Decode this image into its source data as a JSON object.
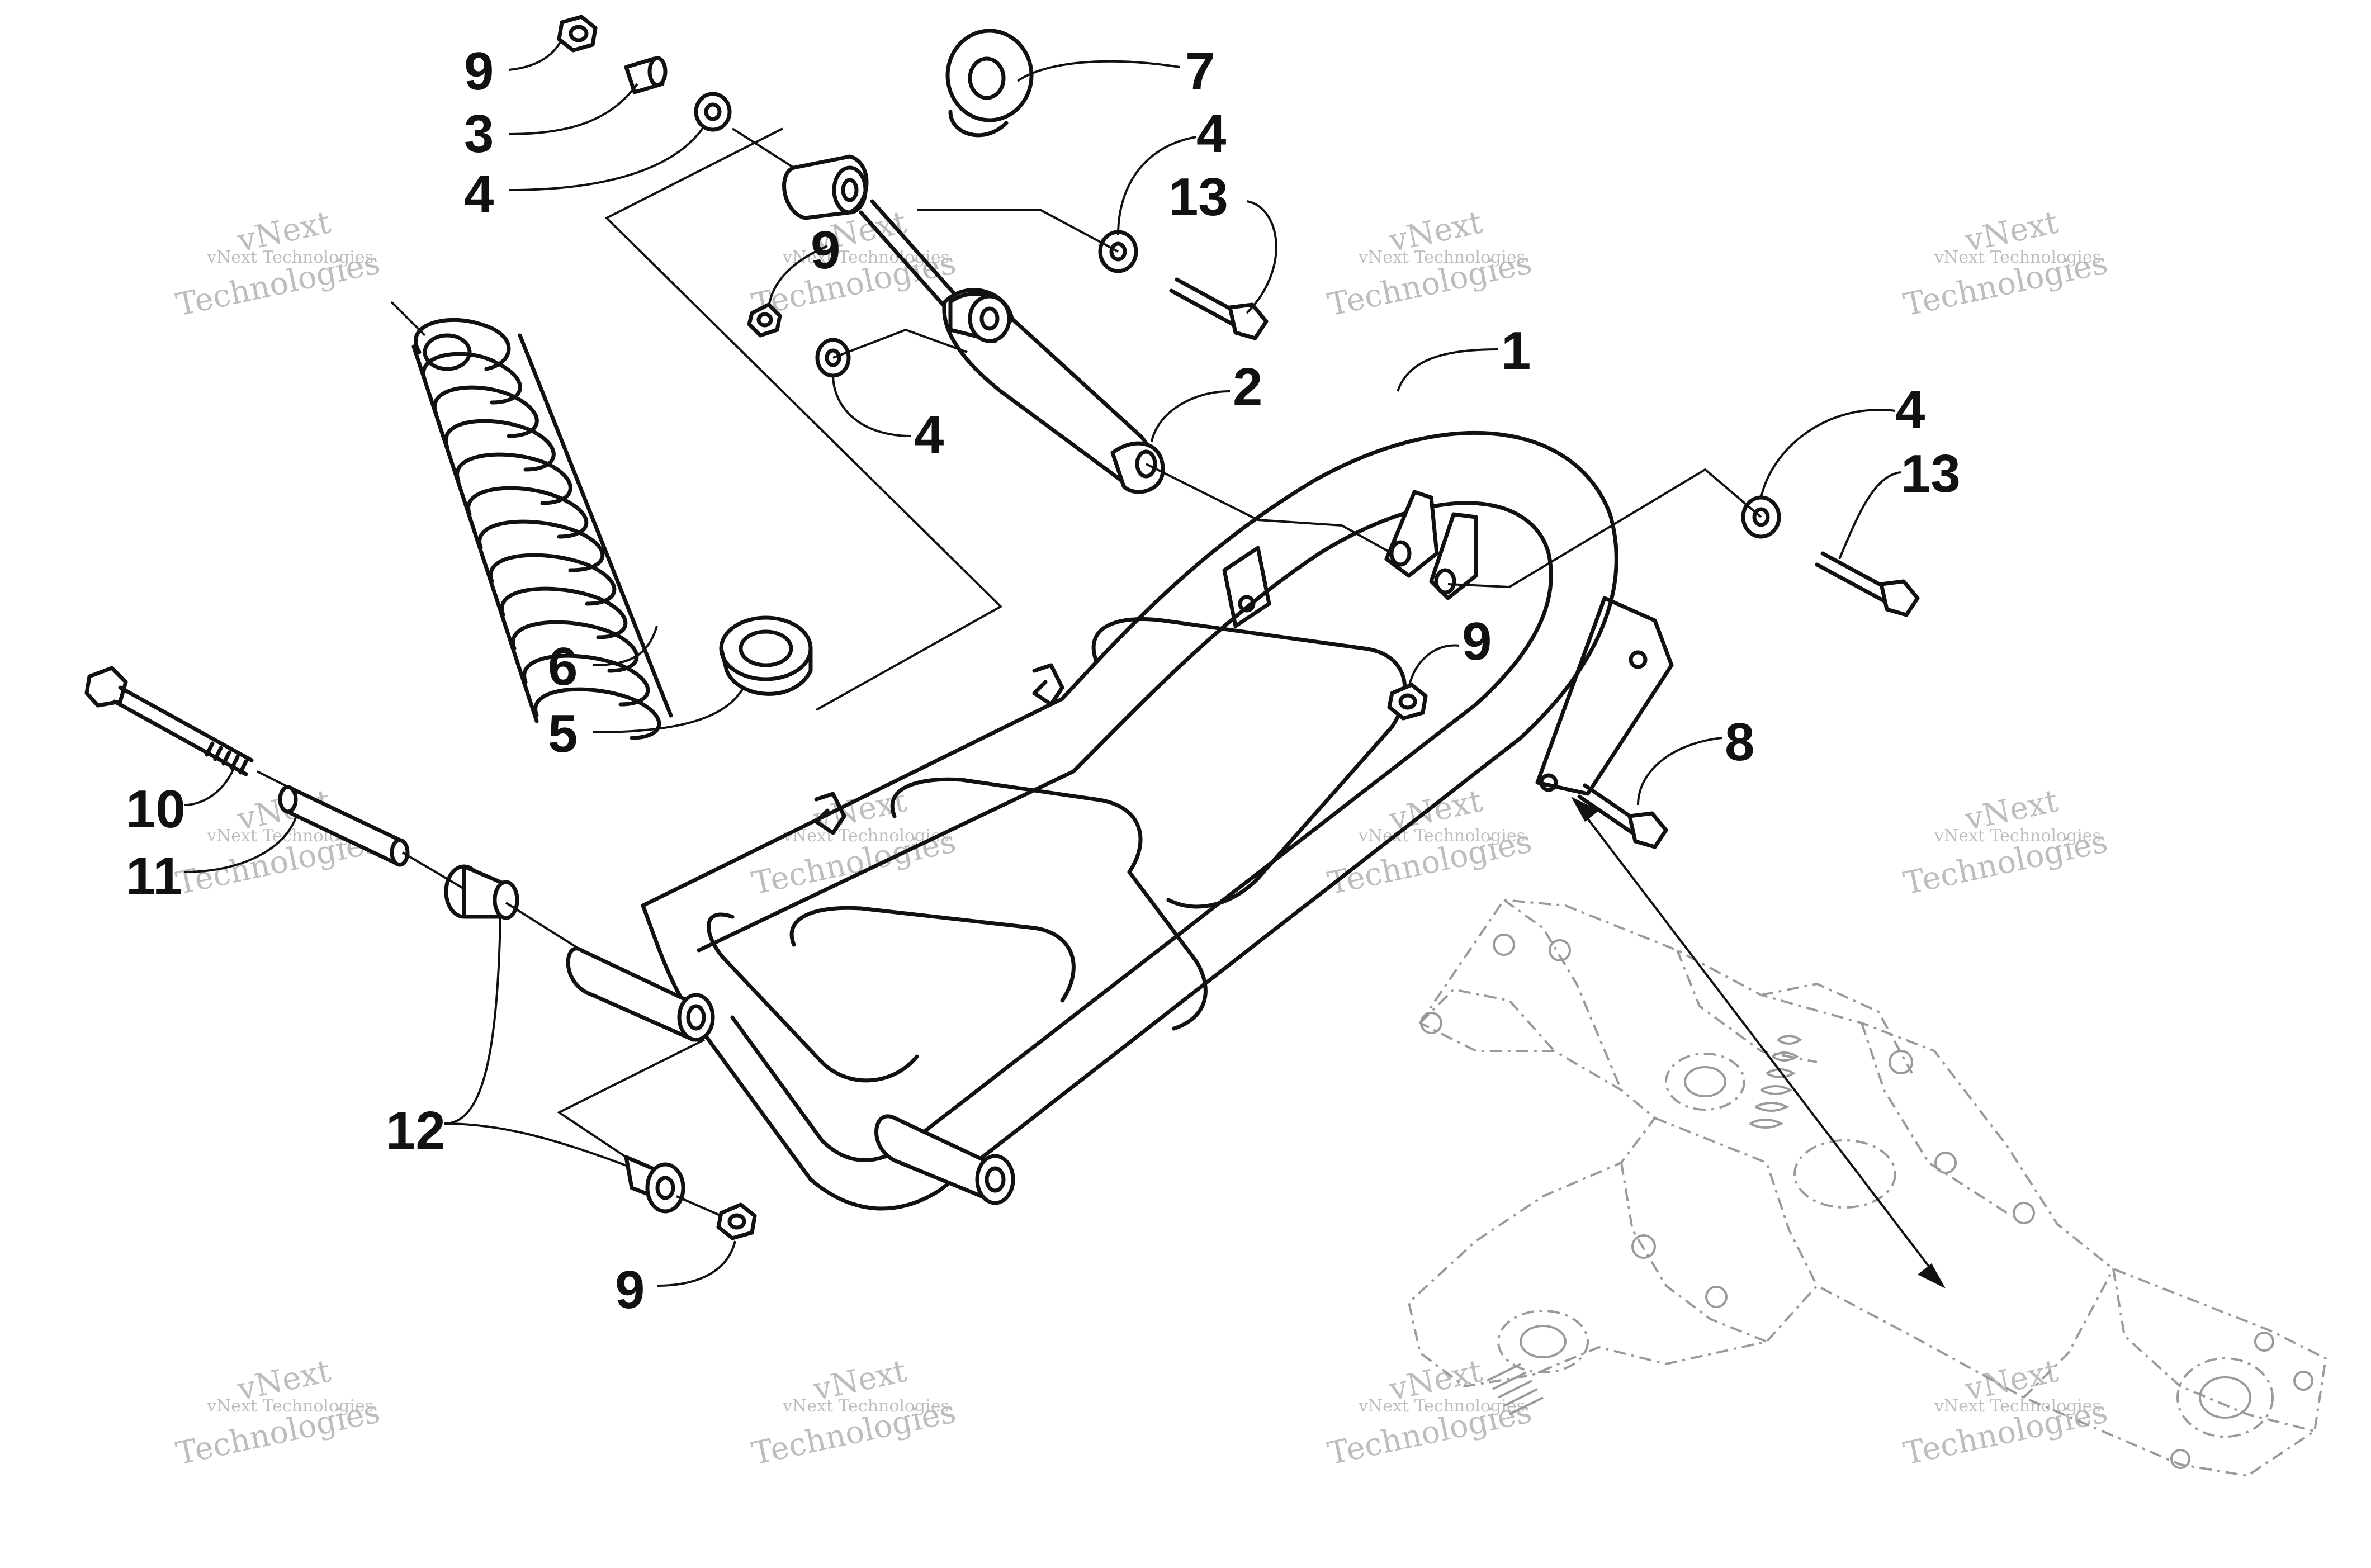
{
  "watermark": {
    "line1": "vNext Technologies",
    "line2": "vNext",
    "line3": "Technologies"
  },
  "callouts": [
    {
      "id": "c9a",
      "label": "9"
    },
    {
      "id": "c3",
      "label": "3"
    },
    {
      "id": "c4a",
      "label": "4"
    },
    {
      "id": "c7",
      "label": "7"
    },
    {
      "id": "c4b",
      "label": "4"
    },
    {
      "id": "c13a",
      "label": "13"
    },
    {
      "id": "c9b",
      "label": "9"
    },
    {
      "id": "c4c",
      "label": "4"
    },
    {
      "id": "c2",
      "label": "2"
    },
    {
      "id": "c1",
      "label": "1"
    },
    {
      "id": "c4d",
      "label": "4"
    },
    {
      "id": "c13b",
      "label": "13"
    },
    {
      "id": "c9c",
      "label": "9"
    },
    {
      "id": "c6",
      "label": "6"
    },
    {
      "id": "c5",
      "label": "5"
    },
    {
      "id": "c8",
      "label": "8"
    },
    {
      "id": "c10",
      "label": "10"
    },
    {
      "id": "c11",
      "label": "11"
    },
    {
      "id": "c12",
      "label": "12"
    },
    {
      "id": "c9d",
      "label": "9"
    }
  ],
  "colors": {
    "ink": "#111111",
    "watermark": "#bdbdbd",
    "ghost": "#9a9a9a",
    "paper": "#ffffff"
  }
}
